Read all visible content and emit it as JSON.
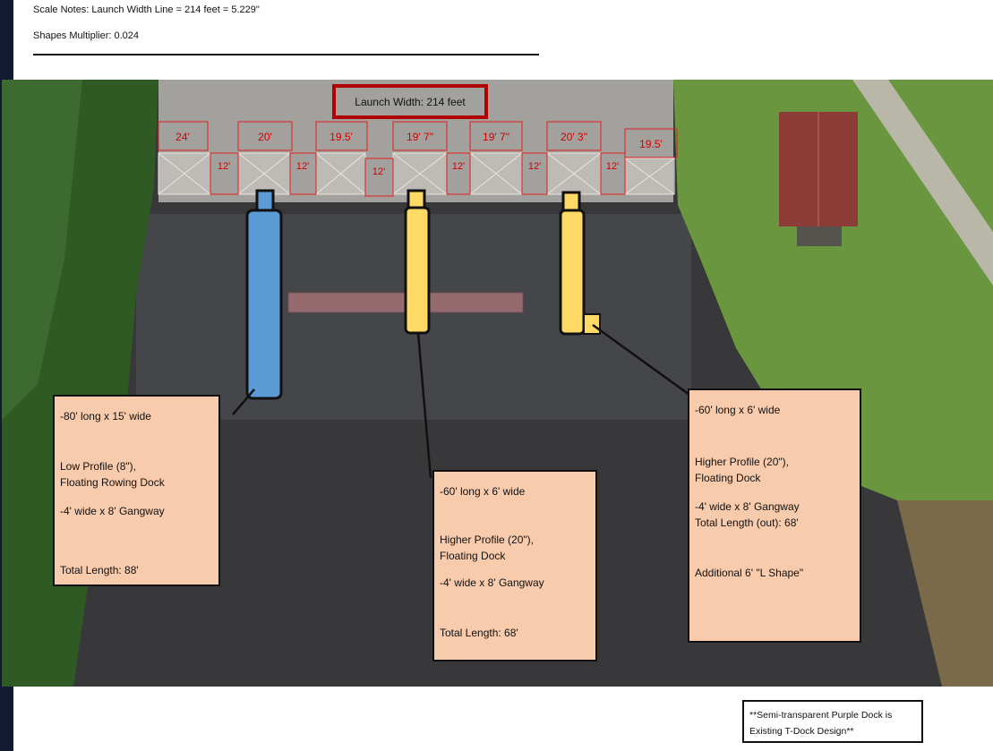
{
  "header": {
    "scale_note": "Scale Notes: Launch Width Line = 214 feet = 5.229\"",
    "multiplier_note": "Shapes Multiplier: 0.024"
  },
  "launch": {
    "width_label": "Launch Width: 214 feet",
    "top_row": [
      "24'",
      "20'",
      "19.5'",
      "19' 7\"",
      "19' 7\"",
      "20' 3\"",
      "19.5'"
    ],
    "bottom_row": [
      "12'",
      "12'",
      "12'",
      "12'",
      "12'",
      "12'"
    ]
  },
  "docks": [
    {
      "color": "#5b9bd5",
      "lines": [
        "-80' long x  15' wide",
        "Low Profile (8\"),",
        "Floating Rowing Dock",
        "-4' wide x 8' Gangway",
        "Total Length: 88'"
      ]
    },
    {
      "color": "#ffd966",
      "lines": [
        "-60' long x 6' wide",
        "Higher Profile (20\"),",
        "Floating Dock",
        "-4' wide x 8' Gangway",
        "Total Length: 68'"
      ]
    },
    {
      "color": "#ffd966",
      "lines": [
        "-60' long x 6' wide",
        "Higher Profile (20\"),",
        "Floating Dock",
        "-4' wide x 8' Gangway",
        "Total Length (out): 68'",
        "Additional 6' \"L Shape\""
      ]
    }
  ],
  "existing_dock": {
    "color": "#b0787c"
  },
  "legend": {
    "line1": "**Semi-transparent Purple Dock is",
    "line2": "Existing T-Dock Design**"
  }
}
